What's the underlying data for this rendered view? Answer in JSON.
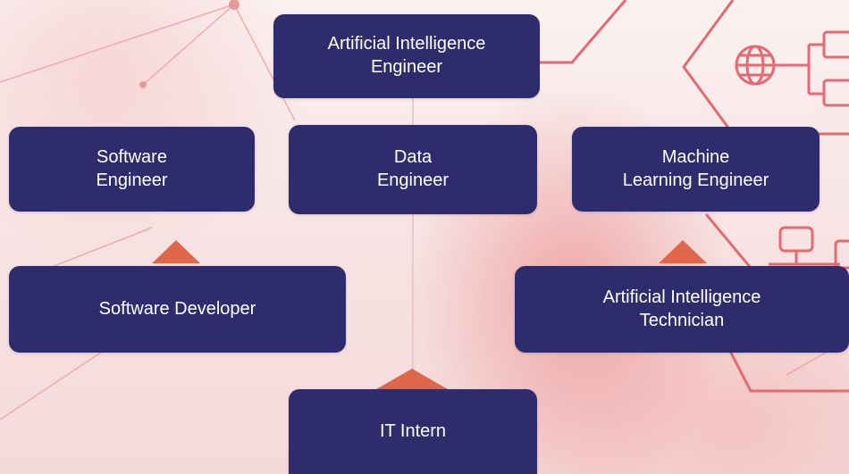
{
  "colors": {
    "box_fill": "#2f2c6e",
    "box_text": "#ffffff",
    "arrow": "#e0674a",
    "accent_lines": "#e46a72"
  },
  "icons": [
    "globe-network-icon",
    "flowchart-icon"
  ],
  "nodes": {
    "ai_engineer": "Artificial Intelligence\nEngineer",
    "software_engineer": "Software\nEngineer",
    "data_engineer": "Data\nEngineer",
    "ml_engineer": "Machine\nLearning Engineer",
    "software_developer": "Software Developer",
    "ai_technician": "Artificial Intelligence\nTechnician",
    "it_intern": "IT Intern"
  }
}
